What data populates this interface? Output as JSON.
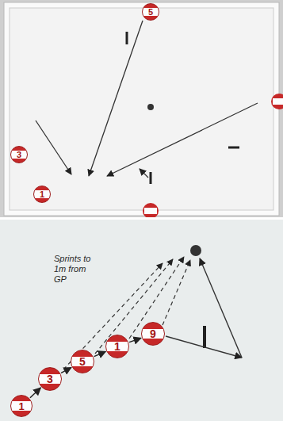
{
  "diagram": {
    "nodes": [
      {
        "text": [
          "5"
        ]
      },
      {
        "text": [
          "3"
        ]
      },
      {
        "text": [
          "1"
        ]
      },
      {
        "text": [
          "1"
        ]
      },
      {
        "text": [
          "3"
        ]
      },
      {
        "text": [
          "5"
        ]
      },
      {
        "text": [
          "1"
        ]
      },
      {
        "text": [
          "9"
        ]
      }
    ],
    "edges": [
      {
        "from": 3,
        "to": 4,
        "arrow": "to"
      },
      {
        "from": 4,
        "to": 5,
        "arrow": "to"
      },
      {
        "from": 5,
        "to": 6,
        "arrow": "to"
      },
      {
        "from": 6,
        "to": 7,
        "arrow": "to"
      }
    ],
    "labels": [
      "Sprints to 1m from GP"
    ]
  }
}
